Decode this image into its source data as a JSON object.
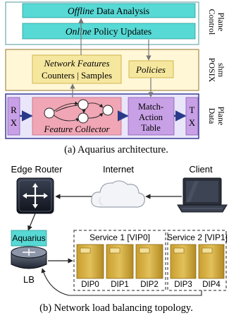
{
  "arch": {
    "offline_word": "Offline",
    "offline_rest": " Data Analysis",
    "online_word": "Online",
    "online_rest": " Policy Updates",
    "control_plane_1": "Control",
    "control_plane_2": "Plane",
    "posix_1": "POSIX",
    "posix_2": "shm",
    "data_plane_1": "Data",
    "data_plane_2": "Plane",
    "network_features_1": "Network Features",
    "network_features_2": "Counters | Samples",
    "policies": "Policies",
    "rx_1": "R",
    "rx_2": "X",
    "feature_collector": "Feature Collector",
    "match_action_1": "Match-",
    "match_action_2": "Action",
    "match_action_3": "Table",
    "tx_1": "T",
    "tx_2": "X",
    "caption": "(a) Aquarius architecture."
  },
  "topology": {
    "edge_router": "Edge Router",
    "internet": "Internet",
    "client": "Client",
    "aquarius": "Aquarius",
    "lb": "LB",
    "service1": "Service 1 [VIP0]",
    "service2": "Service 2 [VIP1]",
    "dip0": "DIP0",
    "dip1": "DIP1",
    "dip2": "DIP2",
    "dip3": "DIP3",
    "dip4": "DIP4",
    "caption": "(b) Network load balancing topology."
  },
  "colors": {
    "control_fill": "#57d9d5",
    "posix_fill": "#fff7d6",
    "posix_border": "#a58a4a",
    "data_fill": "#e9e6fa",
    "data_border": "#2f2f8f",
    "purple_box": "#c8a0e6",
    "feature_box": "#f0a6b5",
    "yellow_box": "#f6e79f",
    "server_gold": "#d8b446"
  }
}
